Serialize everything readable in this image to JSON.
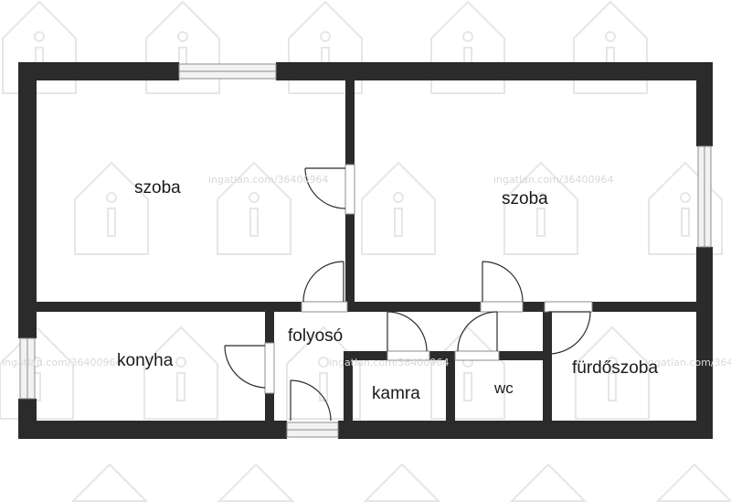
{
  "plan": {
    "wall_color": "#2b2b2b",
    "floor_color": "#ffffff",
    "window_color": "#f2f2f2",
    "watermark_color": "#e3e3e3"
  },
  "rooms": {
    "szoba_left": "szoba",
    "szoba_right": "szoba",
    "konyha": "konyha",
    "folyoso": "folyosó",
    "kamra": "kamra",
    "wc": "wc",
    "furdoszoba": "fürdőszoba"
  },
  "watermark": {
    "text": "ingatlan.com/36400964",
    "text_partial_left": "ingatlan.com/36400964",
    "text_partial_bottom": "ingatlan.com/36400964",
    "text_partial_right": "ingatlan.com/36400964"
  }
}
